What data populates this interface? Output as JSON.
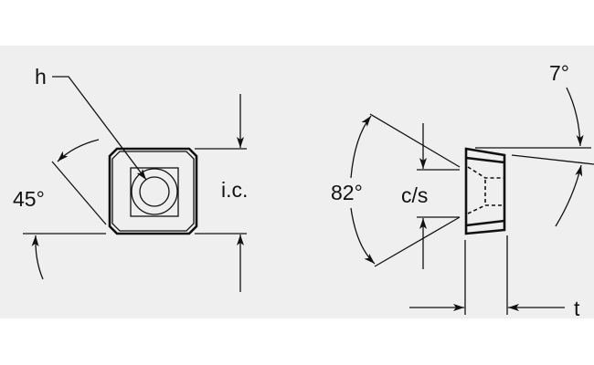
{
  "diagram": {
    "title": "Square insert dimensions",
    "labels": {
      "hole": "h",
      "angle_45": "45°",
      "inscribed_circle": "i.c.",
      "clearance_angle": "7°",
      "countersink_angle": "82°",
      "countersink": "c/s",
      "thickness": "t"
    },
    "colors": {
      "background": "#efefef",
      "ink": "#111111"
    }
  }
}
